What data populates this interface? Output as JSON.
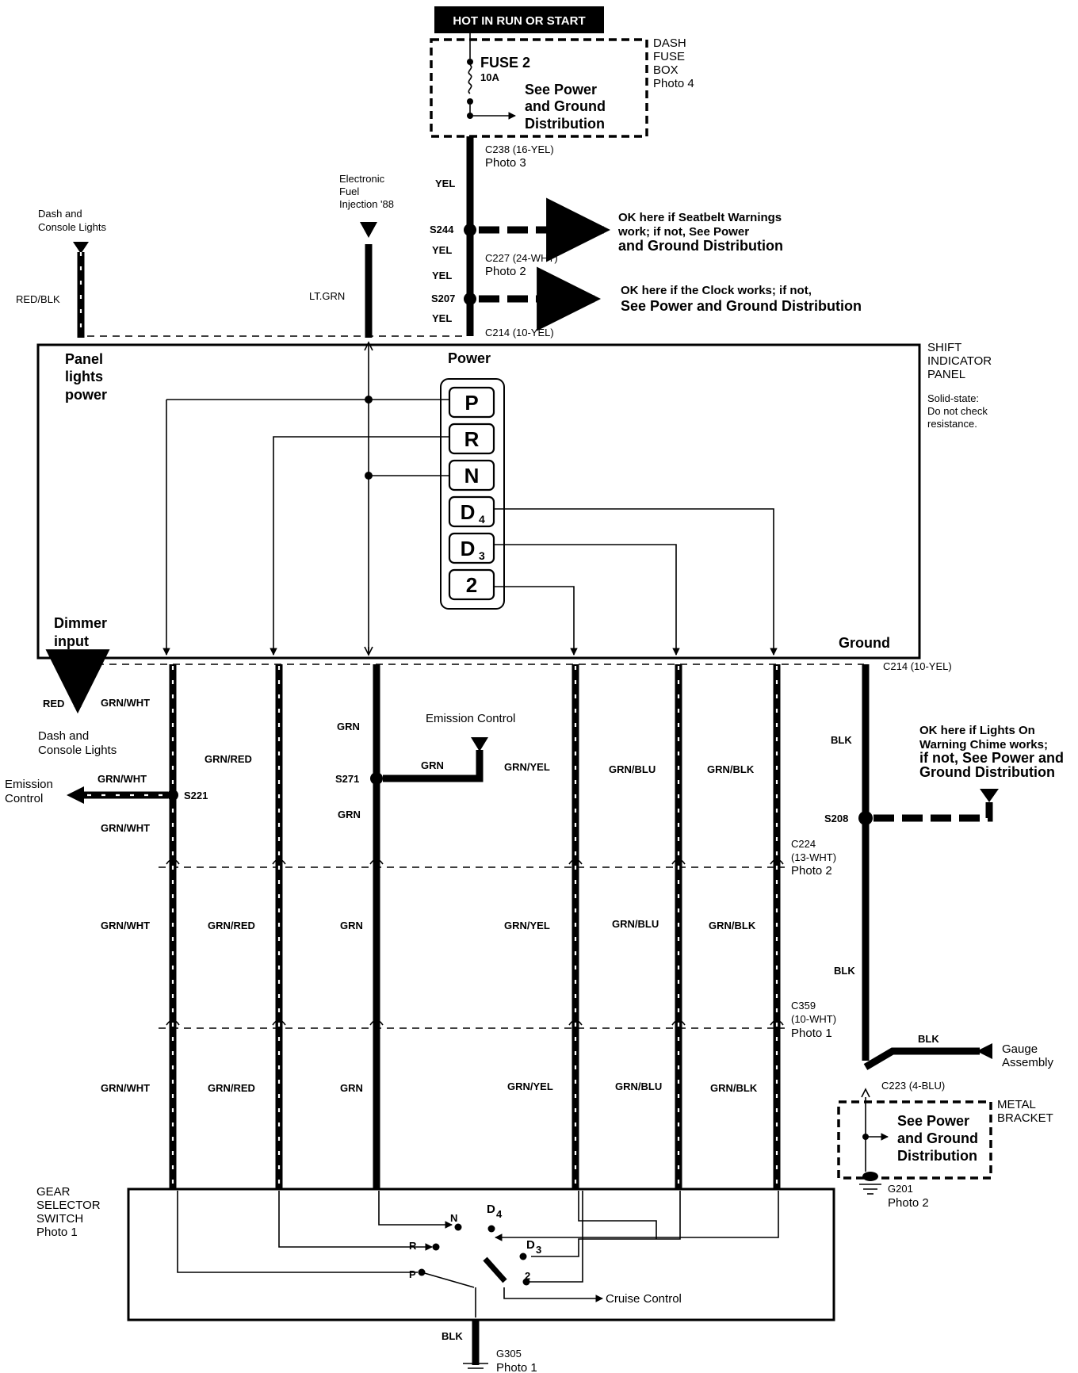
{
  "header": {
    "hot_label": "HOT IN RUN OR START"
  },
  "dash_fuse_box": {
    "label_lines": [
      "DASH",
      "FUSE",
      "BOX",
      "Photo 4"
    ],
    "fuse_name": "FUSE 2",
    "fuse_rating": "10A",
    "note_lines": [
      "See Power",
      "and Ground",
      "Distribution"
    ]
  },
  "feed": {
    "c238": [
      "C238 (16-YEL)",
      "Photo 3"
    ],
    "yel": "YEL",
    "s244": "S244",
    "s244_note": [
      "OK here if Seatbelt Warnings",
      "work; if not, See Power",
      "and Ground Distribution"
    ],
    "c227": [
      "C227 (24-WHT)",
      "Photo 2"
    ],
    "s207": "S207",
    "s207_note": [
      "OK here if the Clock works; if not,",
      "See Power and Ground Distribution"
    ],
    "c214_top": "C214 (10-YEL)"
  },
  "top_inputs": {
    "dash_console": [
      "Dash and",
      "Console Lights"
    ],
    "red_blk": "RED/BLK",
    "efi": [
      "Electronic",
      "Fuel",
      "Injection '88"
    ],
    "lt_grn": "LT.GRN"
  },
  "shift_panel": {
    "name_lines": [
      "SHIFT",
      "INDICATOR",
      "PANEL"
    ],
    "note_lines": [
      "Solid-state:",
      "Do not check",
      "resistance."
    ],
    "panel_lights": [
      "Panel",
      "lights",
      "power"
    ],
    "power": "Power",
    "dimmer": [
      "Dimmer",
      "input"
    ],
    "ground": "Ground",
    "indicators": [
      "P",
      "R",
      "N",
      "D",
      "D",
      "2"
    ],
    "indicator_subs": [
      "",
      "",
      "",
      "4",
      "3",
      ""
    ]
  },
  "lower": {
    "red": "RED",
    "dash_console": [
      "Dash and",
      "Console Lights"
    ],
    "c214_bottom": "C214 (10-YEL)",
    "emission_control_top": "Emission Control",
    "emission_control_left": [
      "Emission",
      "Control"
    ],
    "s221": "S221",
    "s271": "S271",
    "s208": "S208",
    "blk": "BLK",
    "s208_note": [
      "OK here if Lights On",
      "Warning Chime works;",
      "if not, See Power and",
      "Ground Distribution"
    ],
    "c224": [
      "C224",
      "(13-WHT)",
      "Photo 2"
    ],
    "c359": [
      "C359",
      "(10-WHT)",
      "Photo 1"
    ],
    "gauge": [
      "Gauge",
      "Assembly"
    ],
    "c223": "C223 (4-BLU)",
    "metal_bracket": [
      "METAL",
      "BRACKET"
    ],
    "bracket_note": [
      "See Power",
      "and Ground",
      "Distribution"
    ],
    "g201": [
      "G201",
      "Photo 2"
    ],
    "wires": {
      "grn_wht": "GRN/WHT",
      "grn_red": "GRN/RED",
      "grn": "GRN",
      "grn_yel": "GRN/YEL",
      "grn_blu": "GRN/BLU",
      "grn_blk": "GRN/BLK"
    }
  },
  "gear_switch": {
    "name_lines": [
      "GEAR",
      "SELECTOR",
      "SWITCH",
      "Photo 1"
    ],
    "positions": [
      "N",
      "D",
      "R",
      "D",
      "P",
      "2"
    ],
    "position_subs": [
      "",
      "4",
      "",
      "3",
      "",
      ""
    ],
    "cruise": "Cruise Control",
    "blk": "BLK",
    "g305": [
      "G305",
      "Photo 1"
    ]
  }
}
